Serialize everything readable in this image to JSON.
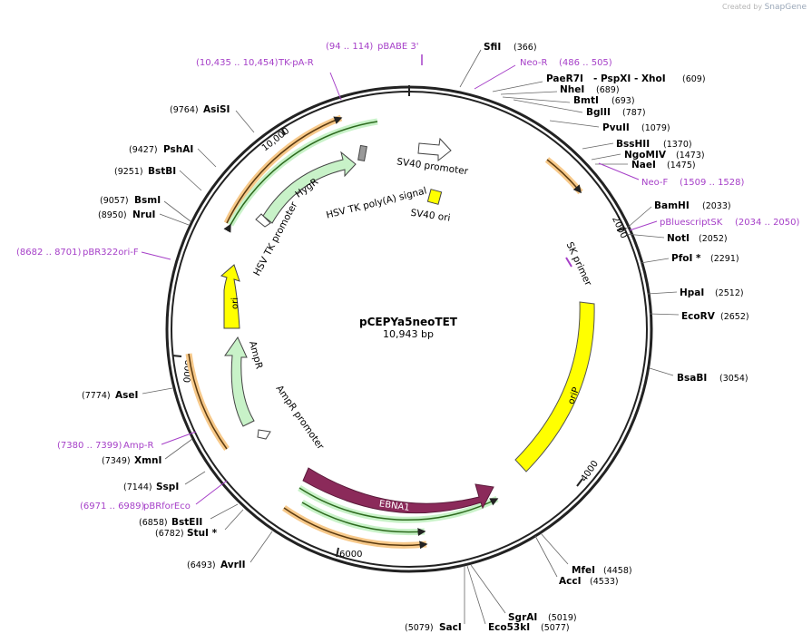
{
  "branding": {
    "created_by": "Created by",
    "product": "SnapGene"
  },
  "plasmid": {
    "name": "pCEPYa5neoTET",
    "length_label": "10,943 bp",
    "length_bp": 10943
  },
  "colors": {
    "backbone": "#222222",
    "primer": "#a640c8",
    "orange_feature": "#f2b15a",
    "green_feature": "#c8f2c8",
    "yellow_feature": "#ffff00",
    "ebna1": "#8b2a5a"
  },
  "ticks": [
    {
      "label": "2000",
      "pos": 2000
    },
    {
      "label": "4000",
      "pos": 4000
    },
    {
      "label": "6000",
      "pos": 6000
    },
    {
      "label": "8000",
      "pos": 8000
    },
    {
      "label": "10,000",
      "pos": 10000
    }
  ],
  "sites": [
    {
      "name": "SfiI",
      "pos": "(366)"
    },
    {
      "name": "PaeR7I",
      "extra": "- PspXI  - XhoI",
      "pos": "(609)"
    },
    {
      "name": "NheI",
      "pos": "(689)"
    },
    {
      "name": "BmtI",
      "pos": "(693)"
    },
    {
      "name": "BglII",
      "pos": "(787)"
    },
    {
      "name": "PvuII",
      "pos": "(1079)"
    },
    {
      "name": "BssHII",
      "pos": "(1370)"
    },
    {
      "name": "NgoMIV",
      "pos": "(1473)"
    },
    {
      "name": "NaeI",
      "pos": "(1475)"
    },
    {
      "name": "BamHI",
      "pos": "(2033)"
    },
    {
      "name": "NotI",
      "pos": "(2052)"
    },
    {
      "name": "PfoI *",
      "pos": "(2291)"
    },
    {
      "name": "HpaI",
      "pos": "(2512)"
    },
    {
      "name": "EcoRV",
      "pos": "(2652)"
    },
    {
      "name": "BsaBI",
      "pos": "(3054)"
    },
    {
      "name": "MfeI",
      "pos": "(4458)"
    },
    {
      "name": "AccI",
      "pos": "(4533)"
    },
    {
      "name": "SgrAI",
      "pos": "(5019)"
    },
    {
      "name": "Eco53kI",
      "pos": "(5077)"
    },
    {
      "name": "SacI",
      "pos": "(5079)"
    },
    {
      "name": "AvrII",
      "pos": "(6493)"
    },
    {
      "name": "StuI *",
      "pos": "(6782)"
    },
    {
      "name": "BstEII",
      "pos": "(6858)"
    },
    {
      "name": "SspI",
      "pos": "(7144)"
    },
    {
      "name": "XmnI",
      "pos": "(7349)"
    },
    {
      "name": "AseI",
      "pos": "(7774)"
    },
    {
      "name": "NruI",
      "pos": "(8950)"
    },
    {
      "name": "BsmI",
      "pos": "(9057)"
    },
    {
      "name": "BstBI",
      "pos": "(9251)"
    },
    {
      "name": "PshAI",
      "pos": "(9427)"
    },
    {
      "name": "AsiSI",
      "pos": "(9764)"
    }
  ],
  "primers": [
    {
      "name": "pBABE 3'",
      "range": "(94 .. 114)"
    },
    {
      "name": "Neo-R",
      "range": "(486 .. 505)"
    },
    {
      "name": "Neo-F",
      "range": "(1509 .. 1528)"
    },
    {
      "name": "pBluescriptSK",
      "range": "(2034 .. 2050)"
    },
    {
      "name": "Amp-R",
      "range": "(7380 .. 7399)"
    },
    {
      "name": "pBRforEco",
      "range": "(6971 .. 6989)"
    },
    {
      "name": "pBR322ori-F",
      "range": "(8682 .. 8701)"
    },
    {
      "name": "TK-pA-R",
      "range": "(10,435 .. 10,454)"
    }
  ],
  "features": [
    {
      "name": "SV40 promoter"
    },
    {
      "name": "SV40 ori"
    },
    {
      "name": "SK primer"
    },
    {
      "name": "oriP"
    },
    {
      "name": "EBNA1"
    },
    {
      "name": "AmpR promoter"
    },
    {
      "name": "AmpR"
    },
    {
      "name": "ori"
    },
    {
      "name": "HSV TK promoter"
    },
    {
      "name": "HygR"
    },
    {
      "name": "HSV TK poly(A) signal"
    }
  ]
}
